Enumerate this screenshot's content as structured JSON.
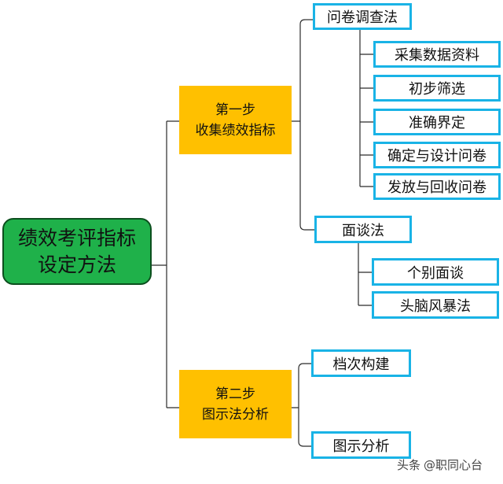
{
  "root": {
    "line1": "绩效考评指标",
    "line2": "设定方法"
  },
  "step1": {
    "line1": "第一步",
    "line2": "收集绩效指标",
    "method1": {
      "label": "问卷调查法",
      "items": [
        "采集数据资料",
        "初步筛选",
        "准确界定",
        "确定与设计问卷",
        "发放与回收问卷"
      ]
    },
    "method2": {
      "label": "面谈法",
      "items": [
        "个别面谈",
        "头脑风暴法"
      ]
    }
  },
  "step2": {
    "line1": "第二步",
    "line2": "图示法分析",
    "items": [
      "档次构建",
      "图示分析"
    ]
  },
  "watermark": {
    "source": "头条",
    "account": "@职同心台"
  }
}
